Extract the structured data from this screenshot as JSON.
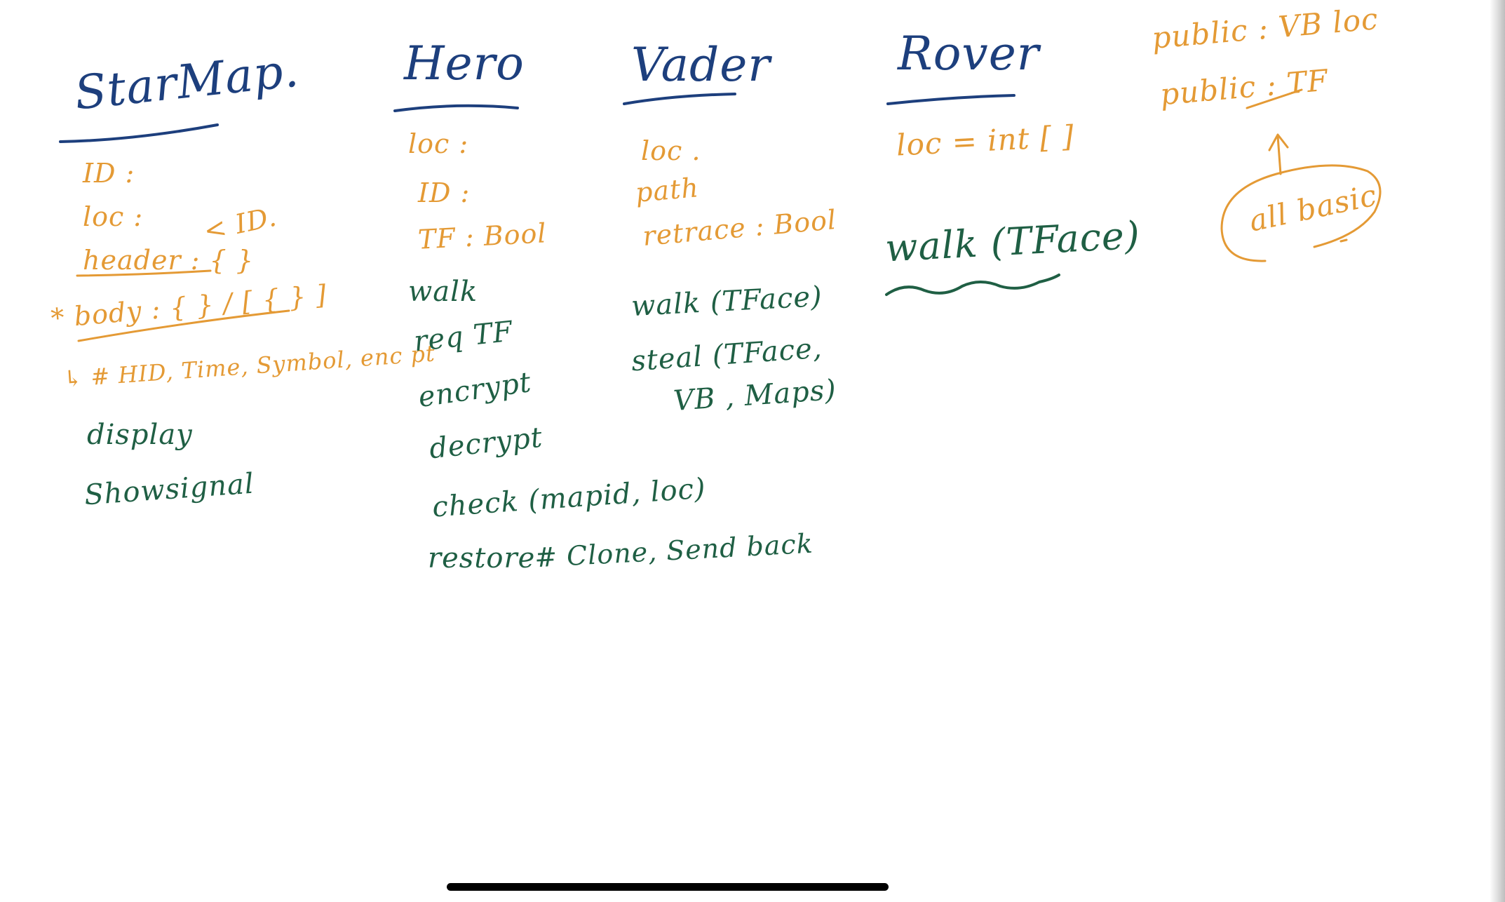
{
  "colors": {
    "blue_ink": "#1d3f7d",
    "orange_ink": "#e49a35",
    "green_ink": "#1f5f44"
  },
  "starmap": {
    "title": "StarMap.",
    "fields": [
      "ID :",
      "loc :",
      "header : { }",
      "* body : { } / [ { } ]"
    ],
    "note_id": "< ID.",
    "note_body": "↳ # HID, Time, Symbol, enc pt",
    "methods": [
      "display",
      "Showsignal"
    ]
  },
  "hero": {
    "title": "Hero",
    "fields": [
      "loc :",
      "ID :",
      "TF : Bool"
    ],
    "methods": [
      "walk",
      "req TF",
      "encrypt",
      "decrypt",
      "check (mapid, loc)",
      "restore"
    ],
    "restore_note": "# Clone, Send back"
  },
  "vader": {
    "title": "Vader",
    "fields": [
      "loc .",
      "path",
      "retrace : Bool"
    ],
    "methods": [
      "walk (TFace)",
      "steal (TFace,",
      "VB , Maps)"
    ]
  },
  "rover": {
    "title": "Rover",
    "fields": [
      "loc = int [ ]"
    ],
    "methods": [
      "walk (TFace)"
    ]
  },
  "notes": {
    "line1": "public : VB loc",
    "line2": "public : TF",
    "circled": "all basic"
  }
}
